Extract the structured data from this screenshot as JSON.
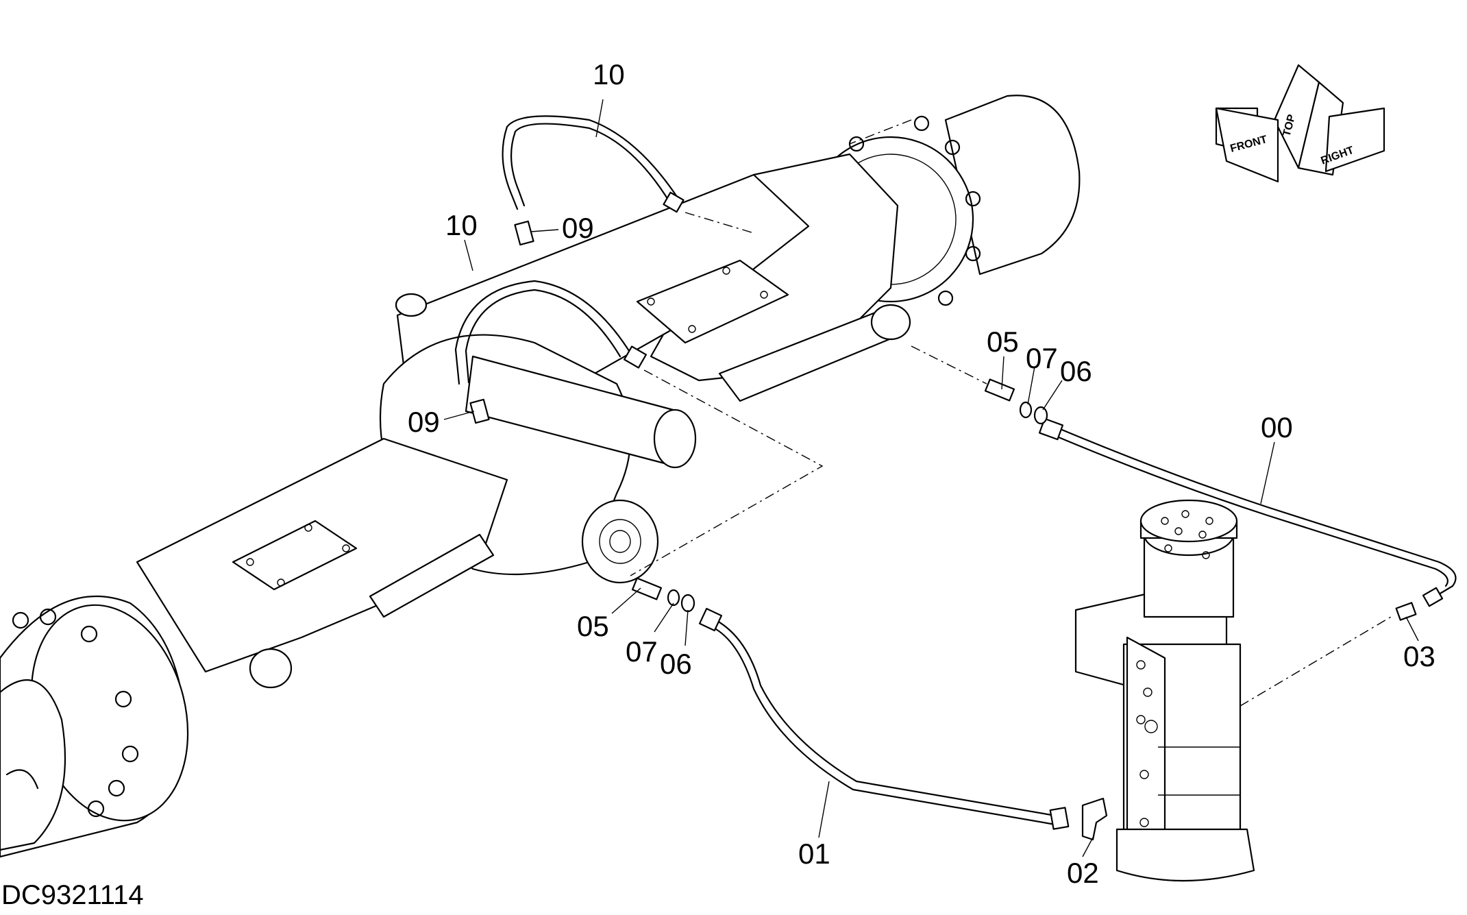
{
  "drawing_code": "DC9321114",
  "orientation": {
    "labels": [
      "FRONT",
      "TOP",
      "RIGHT"
    ],
    "icon": "orientation-arrows-icon"
  },
  "parts": [
    {
      "id": "00",
      "label": "00"
    },
    {
      "id": "01",
      "label": "01"
    },
    {
      "id": "02",
      "label": "02"
    },
    {
      "id": "03",
      "label": "03"
    },
    {
      "id": "05a",
      "label": "05"
    },
    {
      "id": "05b",
      "label": "05"
    },
    {
      "id": "06a",
      "label": "06"
    },
    {
      "id": "06b",
      "label": "06"
    },
    {
      "id": "07a",
      "label": "07"
    },
    {
      "id": "07b",
      "label": "07"
    },
    {
      "id": "09a",
      "label": "09"
    },
    {
      "id": "09b",
      "label": "09"
    },
    {
      "id": "10a",
      "label": "10"
    },
    {
      "id": "10b",
      "label": "10"
    }
  ]
}
